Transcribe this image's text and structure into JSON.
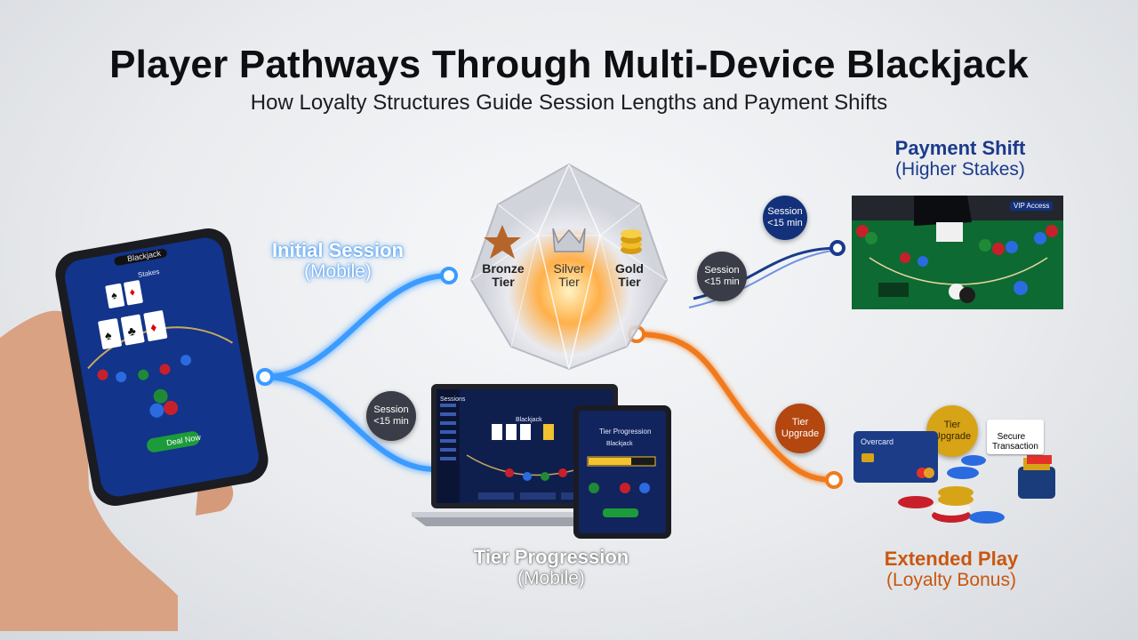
{
  "title": "Player Pathways Through Multi-Device Blackjack",
  "subtitle": "How Loyalty Structures Guide Session Lengths and Payment Shifts",
  "nodes": {
    "initial_session": {
      "label": "Initial Session",
      "sub": "(Mobile)"
    },
    "tier_progression": {
      "label": "Tier Progression",
      "sub": "(Mobile)"
    },
    "payment_shift": {
      "label": "Payment Shift",
      "sub": "(Higher Stakes)"
    },
    "extended_play": {
      "label": "Extended Play",
      "sub": "(Loyalty Bonus)"
    }
  },
  "tiers": {
    "bronze": "Bronze\nTier",
    "silver": "Silver\nTier",
    "gold": "Gold\nTier"
  },
  "bubbles": {
    "session_lower": "Session\n<15 min",
    "session_mid": "Session\n<15 min",
    "session_upper": "Session\n<15 min",
    "tier_upgrade_1": "Tier\nUpgrade",
    "tier_upgrade_2": "Tier\nUpgrade"
  },
  "devices": {
    "phone_header": "Blackjack",
    "phone_sub": "Stakes",
    "phone_button": "Deal Now",
    "laptop_header": "Blackjack",
    "laptop_menu_title": "Sessions",
    "tablet_title": "Tier Progression",
    "tablet_sub": "Blackjack"
  },
  "vip_tag": "VIP Access",
  "credit_card_label": "Overcard",
  "secure_tag": "Secure\nTransaction",
  "colors": {
    "blue": "#1f8bff",
    "navy": "#1a3a8c",
    "orange": "#f07a1c",
    "title": "#0f0f12"
  }
}
